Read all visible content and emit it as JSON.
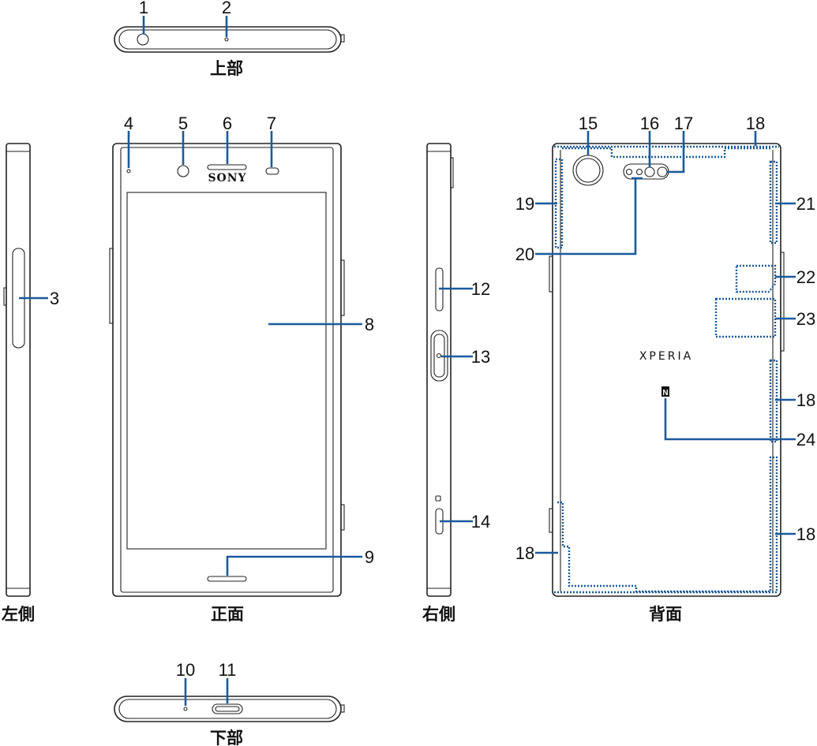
{
  "views": {
    "top": "上部",
    "left": "左側",
    "front": "正面",
    "right": "右側",
    "back": "背面",
    "bottom": "下部"
  },
  "brand_front": "SONY",
  "brand_back": "XPERIA",
  "nfc_mark": "N",
  "callouts": [
    "1",
    "2",
    "3",
    "4",
    "5",
    "6",
    "7",
    "8",
    "9",
    "10",
    "11",
    "12",
    "13",
    "14",
    "15",
    "16",
    "17",
    "18",
    "19",
    "20",
    "21",
    "22",
    "23",
    "24"
  ],
  "colors": {
    "leader": "#1a5a9c",
    "outline": "#222222"
  }
}
